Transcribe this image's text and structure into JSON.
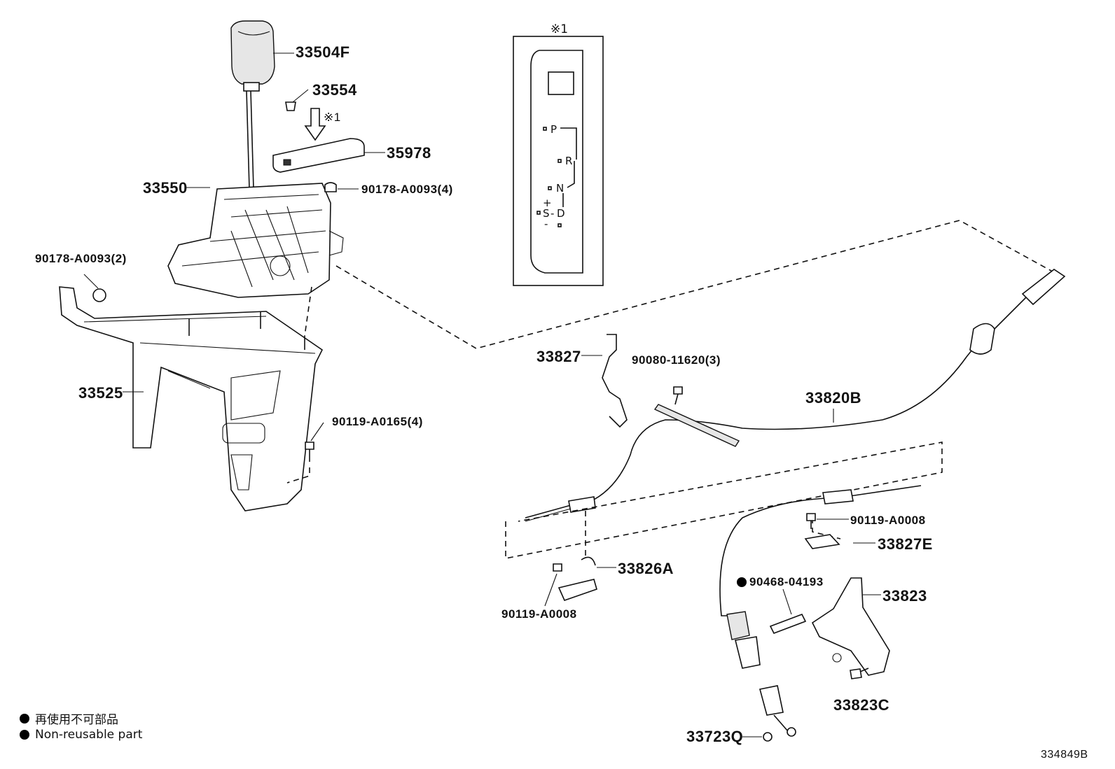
{
  "callouts": {
    "p33504F": "33504F",
    "p33554": "33554",
    "ref1_arrow": "※1",
    "p35978": "35978",
    "p33550": "33550",
    "p90178_a0093_4": "90178-A0093(4)",
    "p90178_a0093_2": "90178-A0093(2)",
    "p33525": "33525",
    "p90119_a0165_4": "90119-A0165(4)",
    "p33827": "33827",
    "p90080_11620_3": "90080-11620(3)",
    "p33820B": "33820B",
    "p90119_a0008_right": "90119-A0008",
    "p33827E": "33827E",
    "p33826A": "33826A",
    "p90119_a0008_left": "90119-A0008",
    "p90468_04193": "90468-04193",
    "p33823": "33823",
    "p33823C": "33823C",
    "p33723Q": "33723Q"
  },
  "inset": {
    "title": "※1",
    "gate": {
      "p": "P",
      "r": "R",
      "n": "N",
      "plus": "+",
      "s": "S",
      "d": "D",
      "minus": "-"
    }
  },
  "legend": {
    "jp": "再使用不可部品",
    "en": "Non-reusable part"
  },
  "illustration_number": "334849B"
}
